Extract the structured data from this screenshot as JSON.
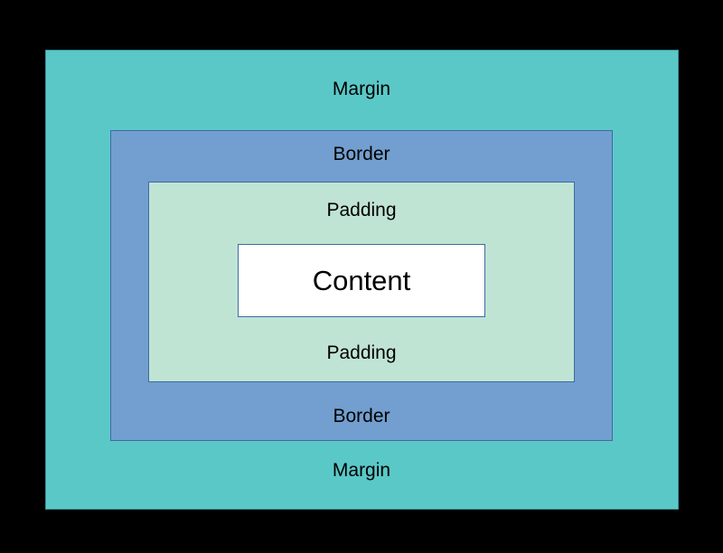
{
  "diagram": {
    "layers": {
      "margin": {
        "top_label": "Margin",
        "bottom_label": "Margin",
        "color": "#5bc8c8"
      },
      "border": {
        "top_label": "Border",
        "bottom_label": "Border",
        "color": "#729fcf"
      },
      "padding": {
        "top_label": "Padding",
        "bottom_label": "Padding",
        "color": "#c0e4d4"
      },
      "content": {
        "label": "Content",
        "color": "#ffffff"
      }
    },
    "background_color": "#000000"
  }
}
